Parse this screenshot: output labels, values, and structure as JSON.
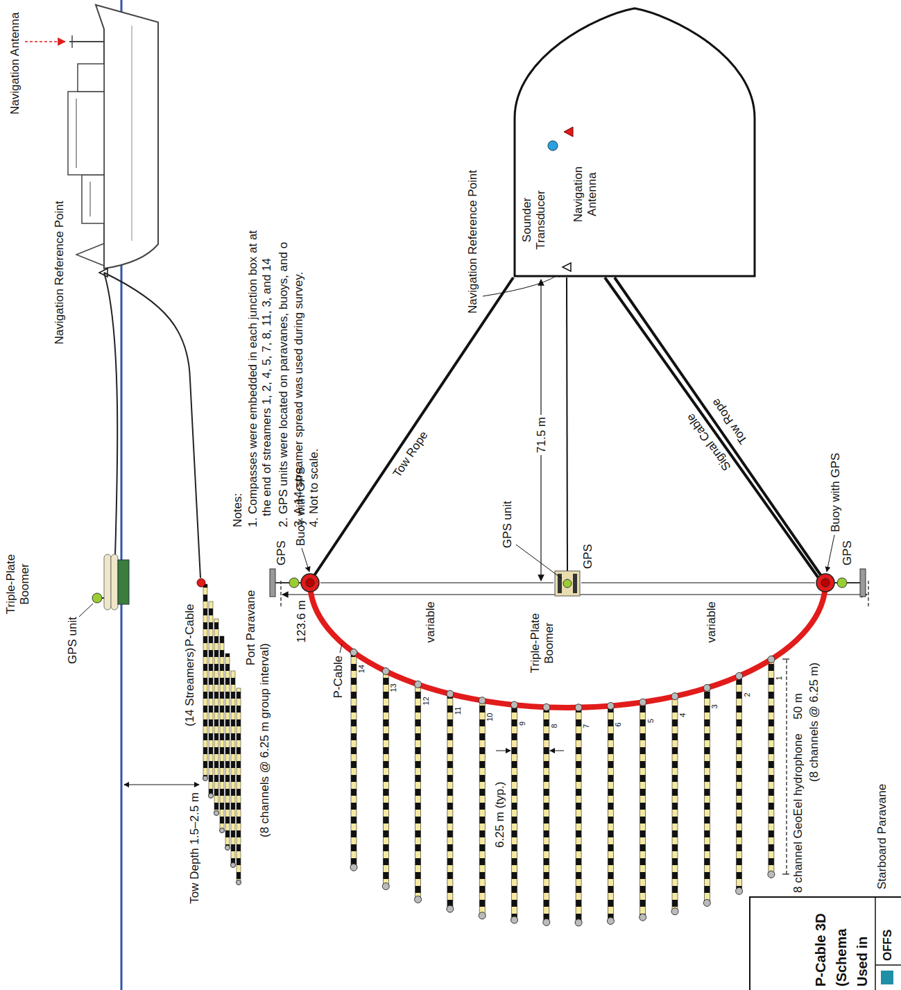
{
  "diagram": {
    "nodes": [
      {
        "text": [
          "Sounder Transducer",
          "Navigation Antenna"
        ]
      },
      {
        "text": [
          "P-Cable 3D (Schema Used in",
          "OFFS"
        ]
      }
    ],
    "labels": [
      "Navigation Antenna",
      "Navigation Reference Point",
      "Triple-Plate Boomer",
      "GPS unit",
      "P-Cable",
      "(14 Streamers)",
      "Tow Depth 1.5–2.5 m",
      "(8 channels @ 6.25 m group interval)",
      "Notes:",
      "1. Compasses were embedded in each junction box at at the end of streamers 1, 2, 4, 5, 7, 8, 11, 3, and 14",
      "2. GPS units were located on paravanes, buoys, and o",
      "3. A 14-streamer spread was used during survey.",
      "4. Not to scale.",
      "Navigation Reference Point",
      "Tow Rope",
      "71.5 m",
      "Signal Cable",
      "Tow Rope",
      "Buoy with GPS",
      "GPS",
      "Port Paravane",
      "123.6 m",
      "P-Cable",
      "variable",
      "GPS unit",
      "Triple-Plate Boomer",
      "GPS",
      "variable",
      "Buoy with GPS",
      "GPS",
      "Starboard Paravane",
      "6.25 m (typ.)",
      "8 channel GeoEel hydrophone",
      "50 m",
      "(8 channels @ 6.25 m)",
      "14",
      "13",
      "12",
      "11",
      "10",
      "9",
      "8",
      "7",
      "6",
      "5",
      "4",
      "3",
      "2",
      "1"
    ]
  }
}
